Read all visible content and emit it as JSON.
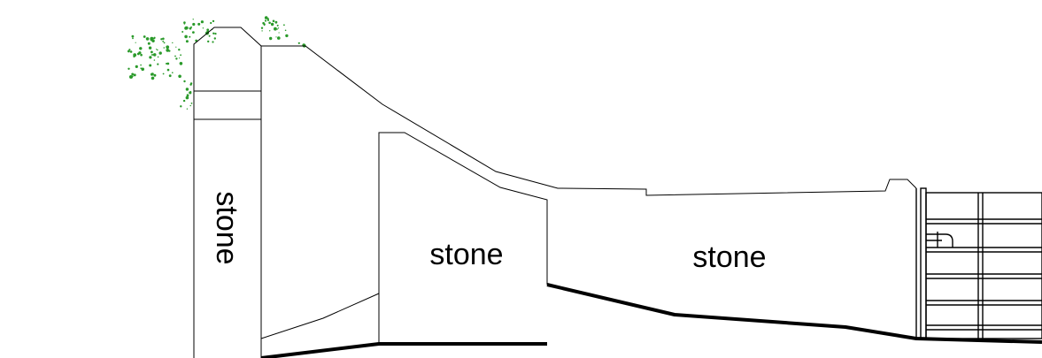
{
  "labels": {
    "pillar": "stone",
    "middle_block": "stone",
    "right_wall": "stone"
  },
  "colors": {
    "line": "#000000",
    "background": "#ffffff",
    "vegetation": "#2a9a2a"
  },
  "icons": {
    "vegetation": "foliage-dots",
    "gate": "metal-gate"
  }
}
